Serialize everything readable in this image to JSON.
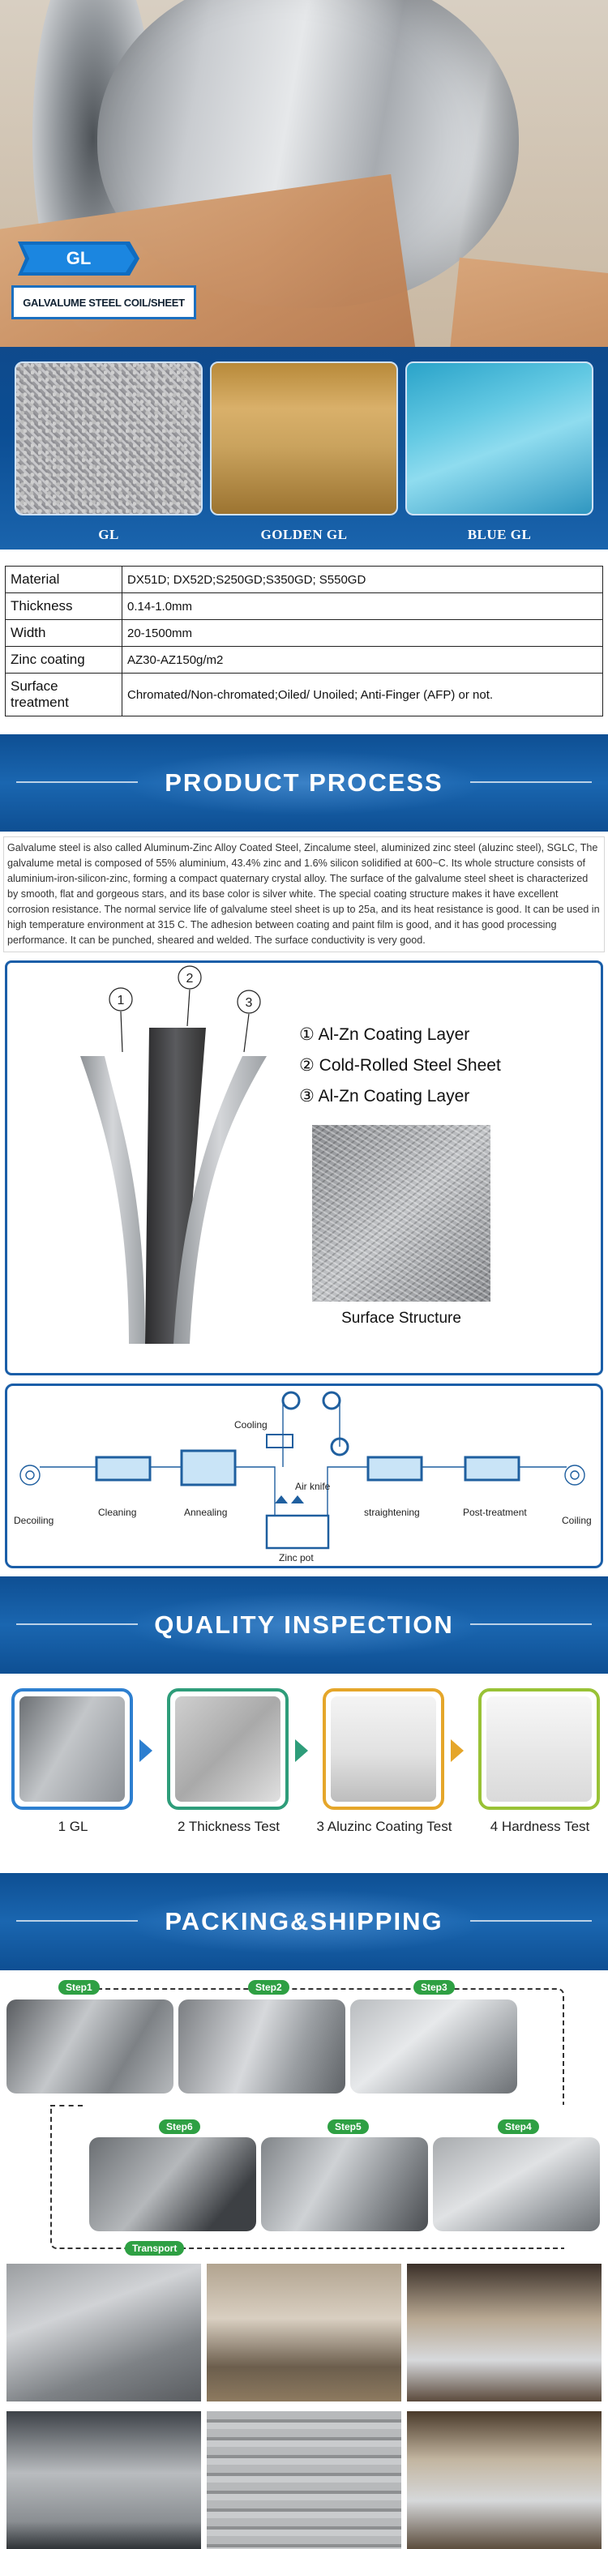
{
  "hero": {
    "badge": "GL",
    "caption": "GALVALUME STEEL COIL/SHEET"
  },
  "swatches": [
    {
      "label": "GL"
    },
    {
      "label": "GOLDEN GL"
    },
    {
      "label": "BLUE GL"
    }
  ],
  "spec": {
    "rows": [
      {
        "key": "Material",
        "value": "DX51D; DX52D;S250GD;S350GD; S550GD"
      },
      {
        "key": "Thickness",
        "value": "0.14-1.0mm"
      },
      {
        "key": "Width",
        "value": "20-1500mm"
      },
      {
        "key": "Zinc coating",
        "value": "AZ30-AZ150g/m2"
      },
      {
        "key": "Surface treatment",
        "value": "Chromated/Non-chromated;Oiled/ Unoiled; Anti-Finger (AFP) or not."
      }
    ]
  },
  "process": {
    "title": "PRODUCT PROCESS",
    "text": "Galvalume steel is also called Aluminum-Zinc Alloy Coated Steel, Zincalume steel, aluminized zinc steel (aluzinc steel), SGLC, The galvalume metal is composed of 55% aluminium, 43.4% zinc and 1.6% silicon solidified at 600~C. Its whole structure consists of aluminium-iron-silicon-zinc, forming a compact quaternary crystal alloy. The surface of the galvalume steel sheet is characterized by smooth, flat and gorgeous stars, and its base color is silver white. The special coating structure makes it have excellent corrosion resistance. The normal service life of galvalume steel sheet is up to 25a, and its heat resistance is good. It can be used in high temperature environment at 315 C. The adhesion between coating and paint film is good, and it has good processing performance. It can be punched, sheared and welded. The surface conductivity is very good."
  },
  "structure": {
    "markers": [
      "①",
      "②",
      "③"
    ],
    "layers": [
      "① Al-Zn Coating Layer",
      "② Cold-Rolled Steel Sheet",
      "③ Al-Zn Coating Layer"
    ],
    "surface_caption": "Surface Structure"
  },
  "line": {
    "labels": {
      "decoiling": "Decoiling",
      "cleaning": "Cleaning",
      "annealing": "Annealing",
      "cooling": "Cooling",
      "air_knife": "Air knife",
      "zinc_pot": "Zinc pot",
      "straightening": "straightening",
      "post_treatment": "Post-treatment",
      "coiling": "Coiling"
    }
  },
  "quality": {
    "title": "QUALITY INSPECTION",
    "items": [
      {
        "label": "1 GL"
      },
      {
        "label": "2 Thickness Test"
      },
      {
        "label": "3 Aluzinc Coating Test"
      },
      {
        "label": "4 Hardness Test"
      }
    ]
  },
  "packing": {
    "title": "PACKING&SHIPPING",
    "steps": [
      "Step1",
      "Step2",
      "Step3",
      "Step4",
      "Step5",
      "Step6"
    ],
    "transport": "Transport"
  },
  "colors": {
    "brand_blue": "#0e4f93",
    "step_green": "#2ea043",
    "q1": "#2d7fd0",
    "q2": "#2e9d7a",
    "q3": "#e5a62a",
    "q4": "#99c236"
  }
}
